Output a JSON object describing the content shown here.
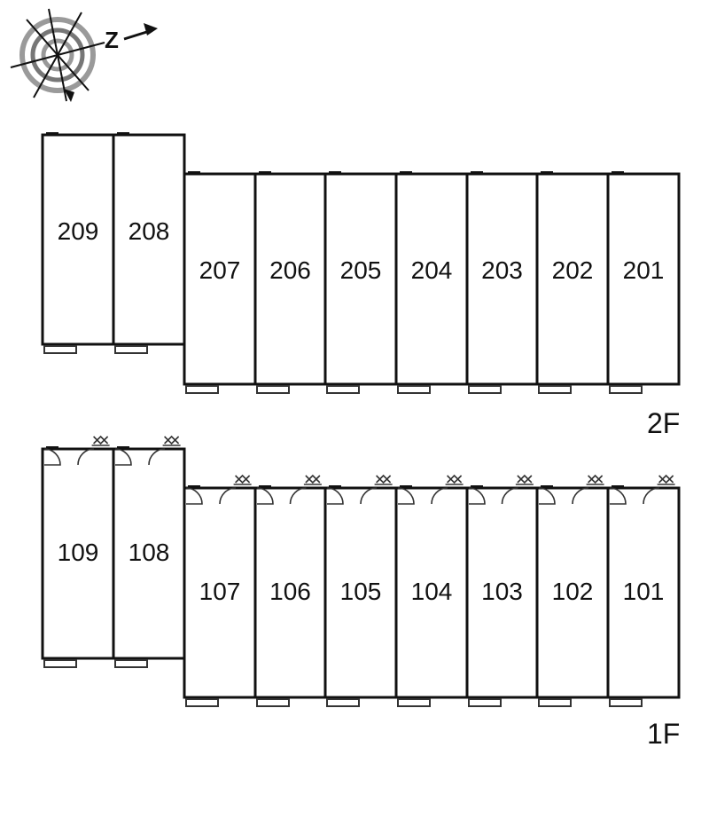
{
  "compass": {
    "letter": "Z"
  },
  "floors": [
    {
      "label": "2F",
      "units": [
        "209",
        "208",
        "207",
        "206",
        "205",
        "204",
        "203",
        "202",
        "201"
      ]
    },
    {
      "label": "1F",
      "units": [
        "109",
        "108",
        "107",
        "106",
        "105",
        "104",
        "103",
        "102",
        "101"
      ]
    }
  ]
}
